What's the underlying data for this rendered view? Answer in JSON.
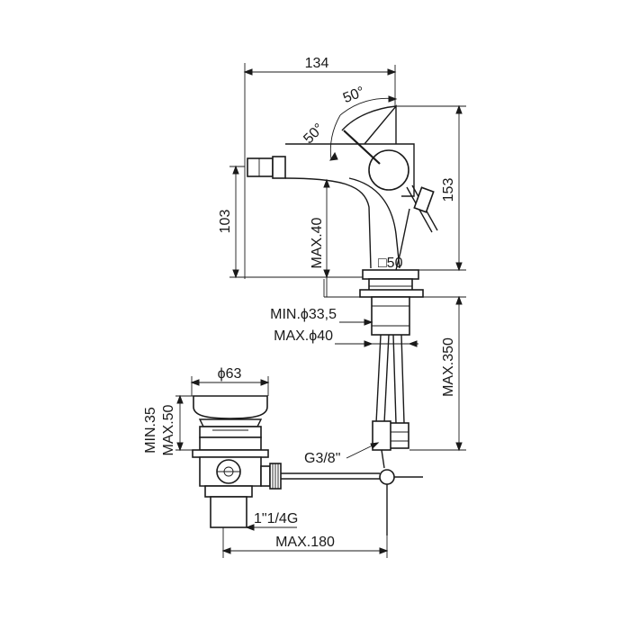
{
  "dimensions": {
    "width_top": "134",
    "angle_upper": "50°",
    "angle_lower": "50°",
    "height_spout": "103",
    "height_total": "153",
    "max_40": "MAX.40",
    "base_square": "□50",
    "min_hole": "MIN.ϕ33,5",
    "max_hole": "MAX.ϕ40",
    "max_350": "MAX.350",
    "waste_diameter": "ϕ63",
    "min_35": "MIN.35",
    "max_50": "MAX.50",
    "thread_g38": "G3/8\"",
    "thread_waste": "1\"1/4G",
    "max_180": "MAX.180"
  }
}
